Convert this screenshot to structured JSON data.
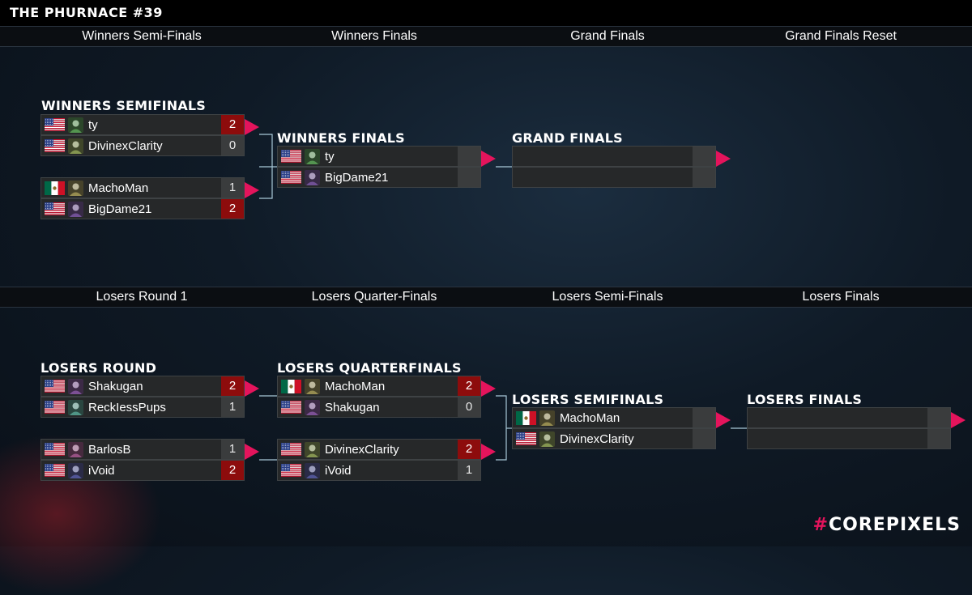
{
  "event_title": "THE PHURNACE #39",
  "brand": {
    "hash": "#",
    "name": "COREPIXELS"
  },
  "colors": {
    "accent": "#e4145c",
    "win_score_bg": "#8d0c0c",
    "connector": "#a8c8d8"
  },
  "winners_rounds": [
    "Winners Semi-Finals",
    "Winners Finals",
    "Grand Finals",
    "Grand Finals Reset"
  ],
  "losers_rounds": [
    "Losers Round 1",
    "Losers Quarter-Finals",
    "Losers Semi-Finals",
    "Losers Finals"
  ],
  "sections": {
    "winners_semifinals": "WINNERS SEMIFINALS",
    "winners_finals": "WINNERS FINALS",
    "grand_finals": "GRAND FINALS",
    "losers_round": "LOSERS ROUND",
    "losers_quarterfinals": "LOSERS QUARTERFINALS",
    "losers_semifinals": "LOSERS SEMIFINALS",
    "losers_finals": "LOSERS FINALS"
  },
  "matches": {
    "ws1": {
      "p1": {
        "name": "ty",
        "flag": "us-flag",
        "score": "2",
        "win": true
      },
      "p2": {
        "name": "DivinexClarity",
        "flag": "us-flag",
        "score": "0",
        "win": false
      }
    },
    "ws2": {
      "p1": {
        "name": "MachoMan",
        "flag": "mx-flag",
        "score": "1",
        "win": false
      },
      "p2": {
        "name": "BigDame21",
        "flag": "us-flag",
        "score": "2",
        "win": true
      }
    },
    "wf": {
      "p1": {
        "name": "ty",
        "flag": "us-flag",
        "score": "",
        "win": false
      },
      "p2": {
        "name": "BigDame21",
        "flag": "us-flag",
        "score": "",
        "win": false
      }
    },
    "gf": {
      "p1": {
        "name": "",
        "flag": "",
        "score": "",
        "win": false
      },
      "p2": {
        "name": "",
        "flag": "",
        "score": "",
        "win": false
      }
    },
    "lr1": {
      "p1": {
        "name": "Shakugan",
        "flag": "us-flag",
        "score": "2",
        "win": true
      },
      "p2": {
        "name": "ReckIessPups",
        "flag": "us-flag",
        "score": "1",
        "win": false
      }
    },
    "lr2": {
      "p1": {
        "name": "BarlosB",
        "flag": "us-flag",
        "score": "1",
        "win": false
      },
      "p2": {
        "name": "iVoid",
        "flag": "us-flag",
        "score": "2",
        "win": true
      }
    },
    "lq1": {
      "p1": {
        "name": "MachoMan",
        "flag": "mx-flag",
        "score": "2",
        "win": true
      },
      "p2": {
        "name": "Shakugan",
        "flag": "us-flag",
        "score": "0",
        "win": false
      }
    },
    "lq2": {
      "p1": {
        "name": "DivinexClarity",
        "flag": "us-flag",
        "score": "2",
        "win": true
      },
      "p2": {
        "name": "iVoid",
        "flag": "us-flag",
        "score": "1",
        "win": false
      }
    },
    "ls": {
      "p1": {
        "name": "MachoMan",
        "flag": "mx-flag",
        "score": "",
        "win": false
      },
      "p2": {
        "name": "DivinexClarity",
        "flag": "us-flag",
        "score": "",
        "win": false
      }
    },
    "lf": {
      "p1": {
        "name": "",
        "flag": "",
        "score": "",
        "win": false
      },
      "p2": {
        "name": "",
        "flag": "",
        "score": "",
        "win": false
      }
    }
  }
}
